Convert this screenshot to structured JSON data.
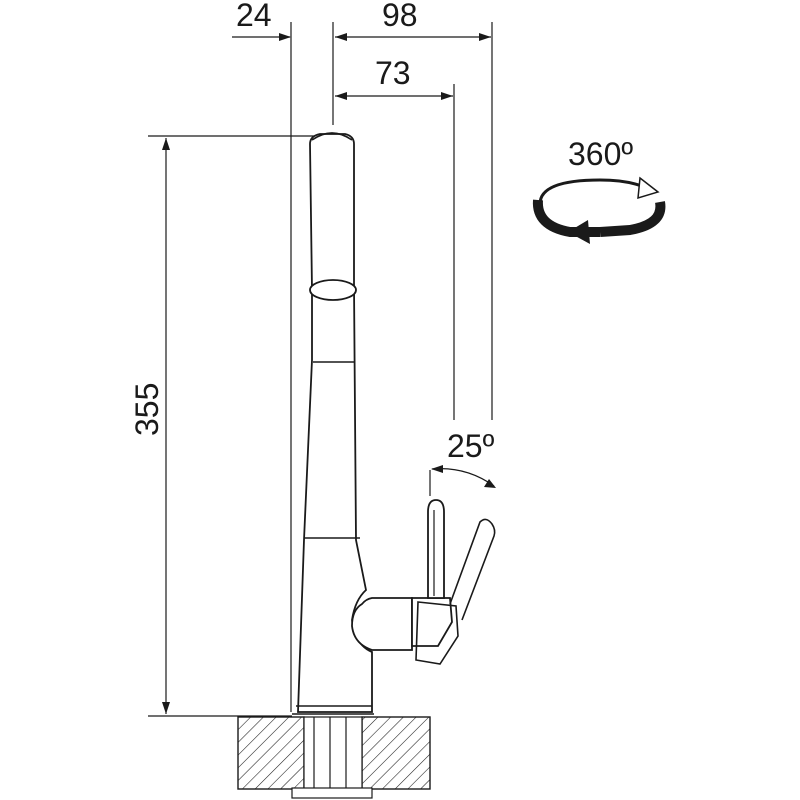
{
  "drawing": {
    "dimensions": {
      "spout_offset": "24",
      "total_reach": "98",
      "handle_reach": "73",
      "height": "355",
      "handle_angle": "25º",
      "rotation": "360º"
    }
  }
}
